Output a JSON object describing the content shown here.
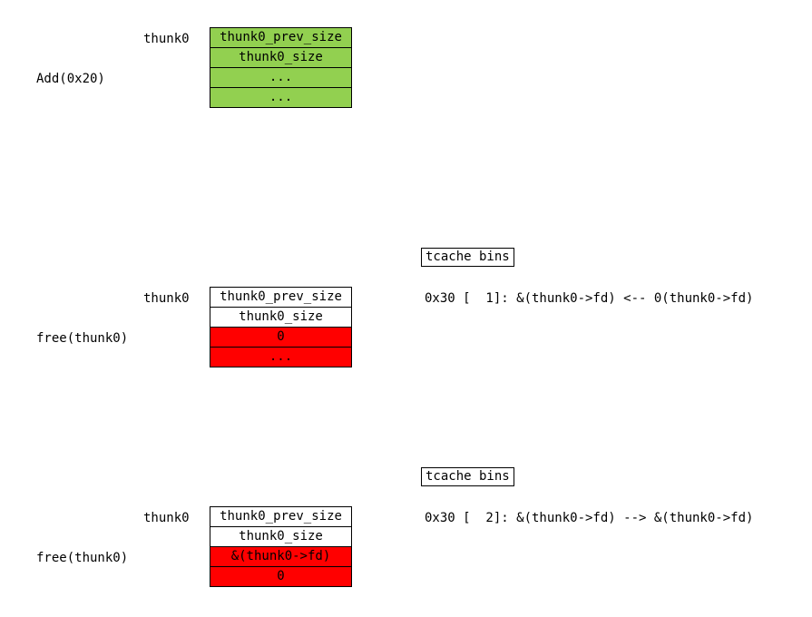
{
  "stage1": {
    "op_label": "Add(0x20)",
    "chunk_label": "thunk0",
    "cells": [
      "thunk0_prev_size",
      "thunk0_size",
      "...",
      "..."
    ]
  },
  "stage2": {
    "op_label": "free(thunk0)",
    "chunk_label": "thunk0",
    "cells": [
      "thunk0_prev_size",
      "thunk0_size",
      "0",
      "..."
    ],
    "bins_title": "tcache bins",
    "bins_entry": "0x30 [  1]: &(thunk0->fd) <-- 0(thunk0->fd)"
  },
  "stage3": {
    "op_label": "free(thunk0)",
    "chunk_label": "thunk0",
    "cells": [
      "thunk0_prev_size",
      "thunk0_size",
      "&(thunk0->fd)",
      "0"
    ],
    "bins_title": "tcache bins",
    "bins_entry": "0x30 [  2]: &(thunk0->fd) --> &(thunk0->fd)"
  },
  "colors": {
    "allocated": "#92d050",
    "freed": "#ff0000",
    "header": "#ffffff"
  }
}
